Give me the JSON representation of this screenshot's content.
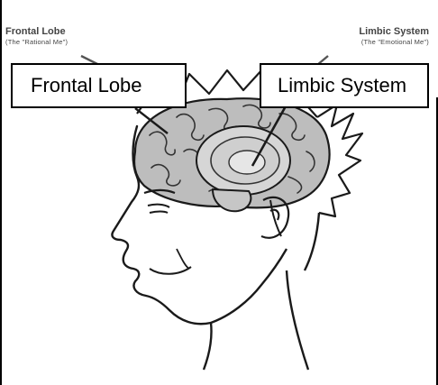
{
  "original_labels": {
    "frontal": {
      "title": "Frontal Lobe",
      "subtitle": "(The \"Rational Me\")"
    },
    "limbic": {
      "title": "Limbic System",
      "subtitle": "(The \"Emotional Me\")"
    }
  },
  "overlay_labels": {
    "frontal": "Frontal Lobe",
    "limbic": "Limbic System"
  },
  "colors": {
    "brain_fill": "#bdbdbd",
    "line": "#1a1a1a",
    "frame": "#000000",
    "original_label_text": "#444444"
  },
  "icons": {
    "illustration": "human-head-brain-illustration"
  }
}
